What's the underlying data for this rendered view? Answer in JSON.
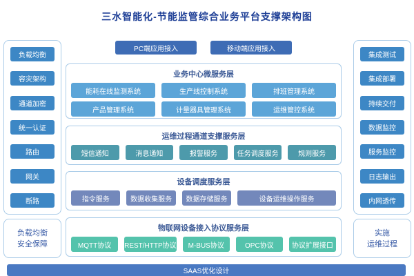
{
  "title": "三水智能化-节能监管综合业务平台支撑架构图",
  "colors": {
    "title_text": "#1e3f96",
    "panel_border": "#a9cbe8",
    "sidebar_button": "#3d87c5",
    "app_button": "#3e6cb5",
    "section1_box": "#5ca5d8",
    "section2_box": "#4d9aab",
    "section3_box": "#7388bb",
    "section4_box": "#54c3ac",
    "footer_bar": "#4a79c2",
    "section_header_text": "#3c5a96",
    "box_text": "#ffffff"
  },
  "left_panel": {
    "items": [
      "负载均衡",
      "容灾架构",
      "通道加密",
      "统一认证",
      "路由",
      "网关",
      "断路"
    ],
    "footer_lines": [
      "负载均衡",
      "安全保障"
    ]
  },
  "right_panel": {
    "items": [
      "集成测试",
      "集成部署",
      "持续交付",
      "数据监控",
      "服务监控",
      "日志输出",
      "内网透传"
    ],
    "footer_lines": [
      "实施",
      "运维过程"
    ]
  },
  "access_buttons": [
    "PC端应用接入",
    "移动端应用接入"
  ],
  "sections": [
    {
      "header": "业务中心微服务层",
      "boxes": [
        "能耗在线监测系统",
        "生产线控制系统",
        "排班管理系统",
        "产品管理系统",
        "计量器具管理系统",
        "运维管控系统"
      ]
    },
    {
      "header": "运维过程通道支撑服务层",
      "boxes": [
        "短信通知",
        "消息通知",
        "报警服务",
        "任务调度服务",
        "规则服务"
      ]
    },
    {
      "header": "设备调度服务层",
      "boxes": [
        "指令服务",
        "数据收集服务",
        "数据存储服务",
        "设备运维操作服务"
      ]
    },
    {
      "header": "物联网设备接入协议服务层",
      "boxes": [
        "MQTT协议",
        "REST/HTTP协议",
        "M-BUS协议",
        "OPC协议",
        "协议扩展接口"
      ]
    }
  ],
  "footer_bar": "SAAS优化设计"
}
